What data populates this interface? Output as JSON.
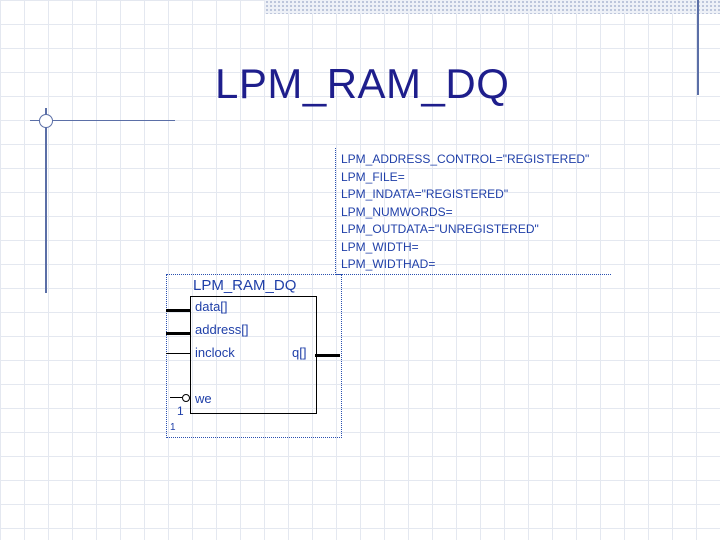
{
  "slide": {
    "title": "LPM_RAM_DQ"
  },
  "parameters": [
    "LPM_ADDRESS_CONTROL=\"REGISTERED\"",
    "LPM_FILE=",
    "LPM_INDATA=\"REGISTERED\"",
    "LPM_NUMWORDS=",
    "LPM_OUTDATA=\"UNREGISTERED\"",
    "LPM_WIDTH=",
    "LPM_WIDTHAD="
  ],
  "symbol": {
    "name": "LPM_RAM_DQ",
    "ports": {
      "data": "data[]",
      "address": "address[]",
      "inclock": "inclock",
      "we": "we",
      "q": "q[]"
    },
    "we_constant_a": "1",
    "we_constant_b": "1"
  },
  "colors": {
    "title": "#1e1e8c",
    "text": "#1f3fa8",
    "accent": "#5b6fa7"
  }
}
